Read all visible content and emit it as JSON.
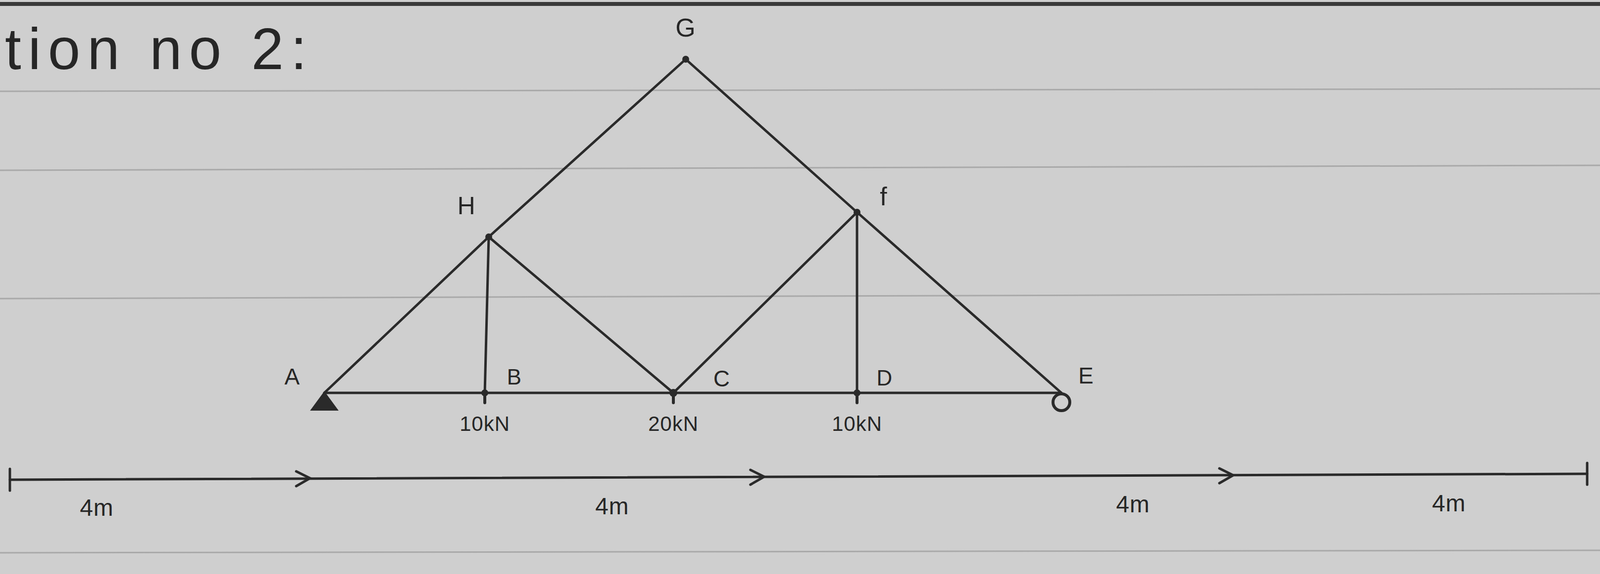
{
  "diagram": {
    "labels": [
      "tion no 2:",
      "G",
      "H",
      "f",
      "A",
      "B",
      "C",
      "D",
      "E",
      "10kN",
      "20kN",
      "10kN",
      "4m",
      "4m",
      "4m",
      "4m"
    ]
  }
}
